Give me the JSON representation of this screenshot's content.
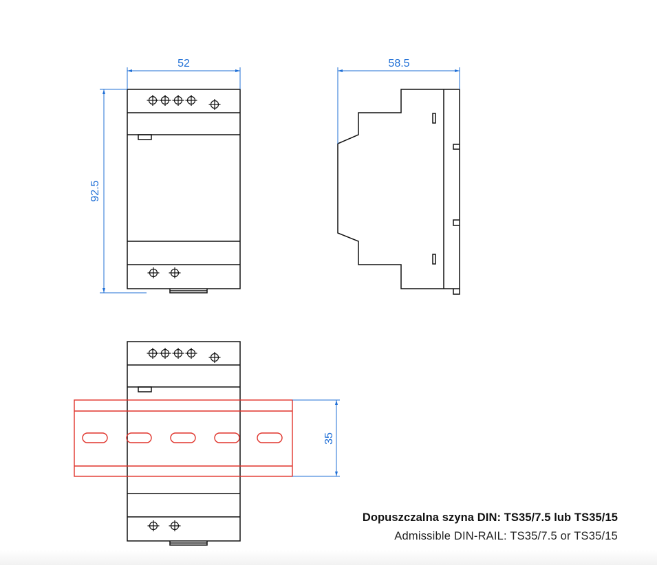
{
  "dimensions": {
    "front_width": "52",
    "side_depth": "58.5",
    "height": "92.5",
    "rail_height": "35"
  },
  "caption": {
    "polish": "Dopuszczalna szyna DIN: TS35/7.5 lub TS35/15",
    "english": "Admissible DIN-RAIL: TS35/7.5 or TS35/15"
  },
  "colors": {
    "outline": "#111111",
    "dimension": "#1f6fd6",
    "din_rail": "#e0332b"
  }
}
